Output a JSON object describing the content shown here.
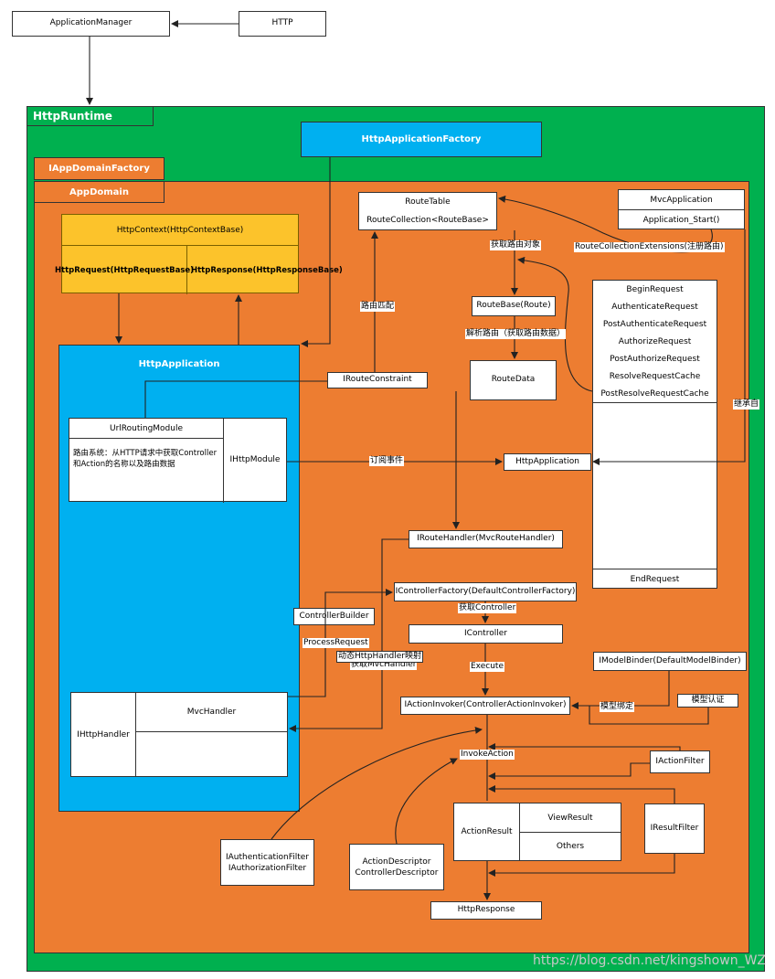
{
  "top": {
    "application_manager": "ApplicationManager",
    "http": "HTTP"
  },
  "runtime": {
    "title": "HttpRuntime",
    "app_factory": "HttpApplicationFactory",
    "appdomain_factory": "IAppDomainFactory",
    "appdomain": "AppDomain"
  },
  "context": {
    "title": "HttpContext(HttpContextBase)",
    "request": "HttpRequest(HttpRequestBase)",
    "response": "HttpResponse(HttpResponseBase)"
  },
  "http_application": {
    "title": "HttpApplication",
    "url_routing_module": "UrlRoutingModule",
    "routing_desc": "路由系统：从HTTP请求中获取Controller和Action的名称以及路由数据",
    "ihttp_module": "IHttpModule",
    "ihttp_handler": "IHttpHandler",
    "mvc_handler": "MvcHandler"
  },
  "routing": {
    "route_table_title": "RouteTable",
    "route_collection": "RouteCollection<RouteBase>",
    "get_route_object": "获取路由对象",
    "route_base": "RouteBase(Route)",
    "parse_route": "解析路由（获取路由数据）",
    "route_data": "RouteData",
    "route_match": "路由匹配",
    "iroute_constraint": "IRouteConstraint",
    "iroute_handler": "IRouteHandler(MvcRouteHandler)"
  },
  "mvc_application": {
    "title": "MvcApplication",
    "start": "Application_Start()",
    "extensions": "RouteCollectionExtensions(注册路由)",
    "inherit": "继承自"
  },
  "events": {
    "items": [
      "BeginRequest",
      "AuthenticateRequest",
      "PostAuthenticateRequest",
      "AuthorizeRequest",
      "PostAuthorizeRequest",
      "ResolveRequestCache",
      "PostResolveRequestCache"
    ],
    "end": "EndRequest"
  },
  "pipeline": {
    "http_application": "HttpApplication",
    "subscribe": "订阅事件",
    "controller_factory": "IControllerFactory(DefaultControllerFactory)",
    "get_controller": "获取Controller",
    "icontroller": "IController",
    "execute": "Execute",
    "controller_builder": "ControllerBuilder",
    "process_request": "ProcessRequest",
    "dynamic_map": "动态HttpHandler映射",
    "get_mvc_handler": "获取MvcHandler",
    "model_binder": "IModelBinder(DefaultModelBinder)",
    "model_binding": "模型绑定",
    "model_validation": "模型认证",
    "action_invoker": "IActionInvoker(ControllerActionInvoker)",
    "invoke_action": "InvokeAction",
    "iaction_filter": "IActionFilter",
    "action_result": "ActionResult",
    "view_result": "ViewResult",
    "others": "Others",
    "iresult_filter": "IResultFilter",
    "auth_filter": "IAuthenticationFilter",
    "authz_filter": "IAuthorizationFilter",
    "action_descriptor": "ActionDescriptor",
    "controller_descriptor": "ControllerDescriptor",
    "http_response": "HttpResponse"
  },
  "watermark": "https://blog.csdn.net/kingshown_WZ",
  "colors": {
    "green": "#00b04f",
    "orange": "#ed7d31",
    "blue": "#00b0f0",
    "yellow": "#fcc32b"
  }
}
